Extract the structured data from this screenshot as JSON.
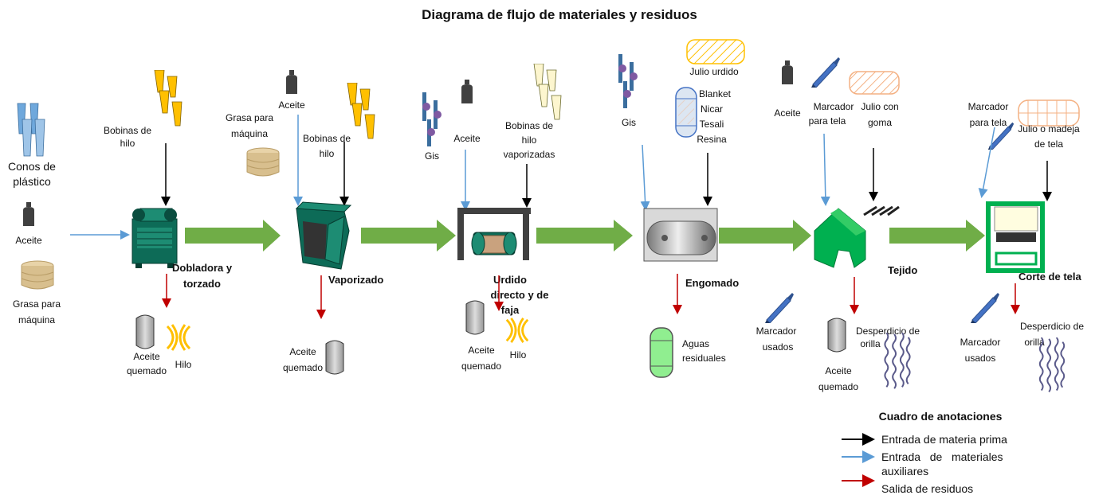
{
  "title": "Diagrama de flujo de materiales y residuos",
  "stages": [
    {
      "id": "doblado",
      "name_lines": [
        "Dobladora y",
        "torzado"
      ]
    },
    {
      "id": "vaporizado",
      "name_lines": [
        "Vaporizado"
      ]
    },
    {
      "id": "urdido",
      "name_lines": [
        "Urdido",
        "directo y de",
        "faja"
      ]
    },
    {
      "id": "engomado",
      "name_lines": [
        "Engomado"
      ]
    },
    {
      "id": "tejido",
      "name_lines": [
        "Tejido"
      ]
    },
    {
      "id": "corte",
      "name_lines": [
        "Corte de tela"
      ]
    }
  ],
  "inputs": {
    "conos": [
      "Conos de",
      "plástico"
    ],
    "aceite": [
      "Aceite"
    ],
    "grasa": [
      "Grasa para",
      "máquina"
    ],
    "bobinas": [
      "Bobinas de",
      "hilo"
    ],
    "bobinas_vap": [
      "Bobinas de",
      "hilo",
      "vaporizadas"
    ],
    "gis": [
      "Gis"
    ],
    "julio_urdido": [
      "Julio urdido"
    ],
    "quimicos": [
      "Blanket",
      "Nicar",
      "Tesali",
      "Resina"
    ],
    "marcador_tela": [
      "Marcador",
      "para tela"
    ],
    "julio_goma": [
      "Julio con",
      "goma"
    ],
    "julio_madeja": [
      "Julio o madeja",
      "de tela"
    ]
  },
  "outputs": {
    "aceite_quemado": [
      "Aceite",
      "quemado"
    ],
    "hilo": [
      "Hilo"
    ],
    "aguas": [
      "Aguas",
      "residuales"
    ],
    "marcador_usados": [
      "Marcador",
      "usados"
    ],
    "desperdicio": [
      "Desperdicio de",
      "orilla"
    ]
  },
  "legend": {
    "title": "Cuadro de anotaciones",
    "items": [
      {
        "color": "#000000",
        "lines": [
          "Entrada de materia prima"
        ]
      },
      {
        "color": "#5b9bd5",
        "lines": [
          "Entrada   de   materiales",
          "auxiliares"
        ]
      },
      {
        "color": "#c00000",
        "lines": [
          "Salida de residuos"
        ]
      }
    ]
  },
  "colors": {
    "flow_arrow": "#70ad47",
    "raw_material": "#000000",
    "auxiliary": "#5b9bd5",
    "waste": "#c00000",
    "machine": "#0d6b57",
    "bottle": "#404040",
    "bobbin": "#ffc000",
    "marker": "#4472c4"
  }
}
